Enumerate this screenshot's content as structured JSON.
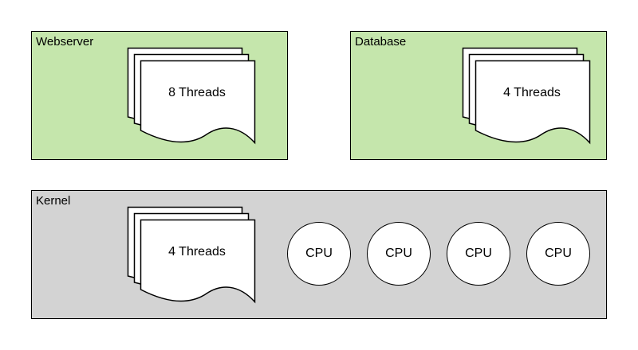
{
  "colors": {
    "app_box_fill": "#c5e6ac",
    "kernel_box_fill": "#d3d3d3",
    "border": "#000000",
    "shape_fill": "#ffffff"
  },
  "webserver": {
    "title": "Webserver",
    "threads_label": "8 Threads"
  },
  "database": {
    "title": "Database",
    "threads_label": "4 Threads"
  },
  "kernel": {
    "title": "Kernel",
    "threads_label": "4 Threads",
    "cpus": [
      "CPU",
      "CPU",
      "CPU",
      "CPU"
    ]
  }
}
